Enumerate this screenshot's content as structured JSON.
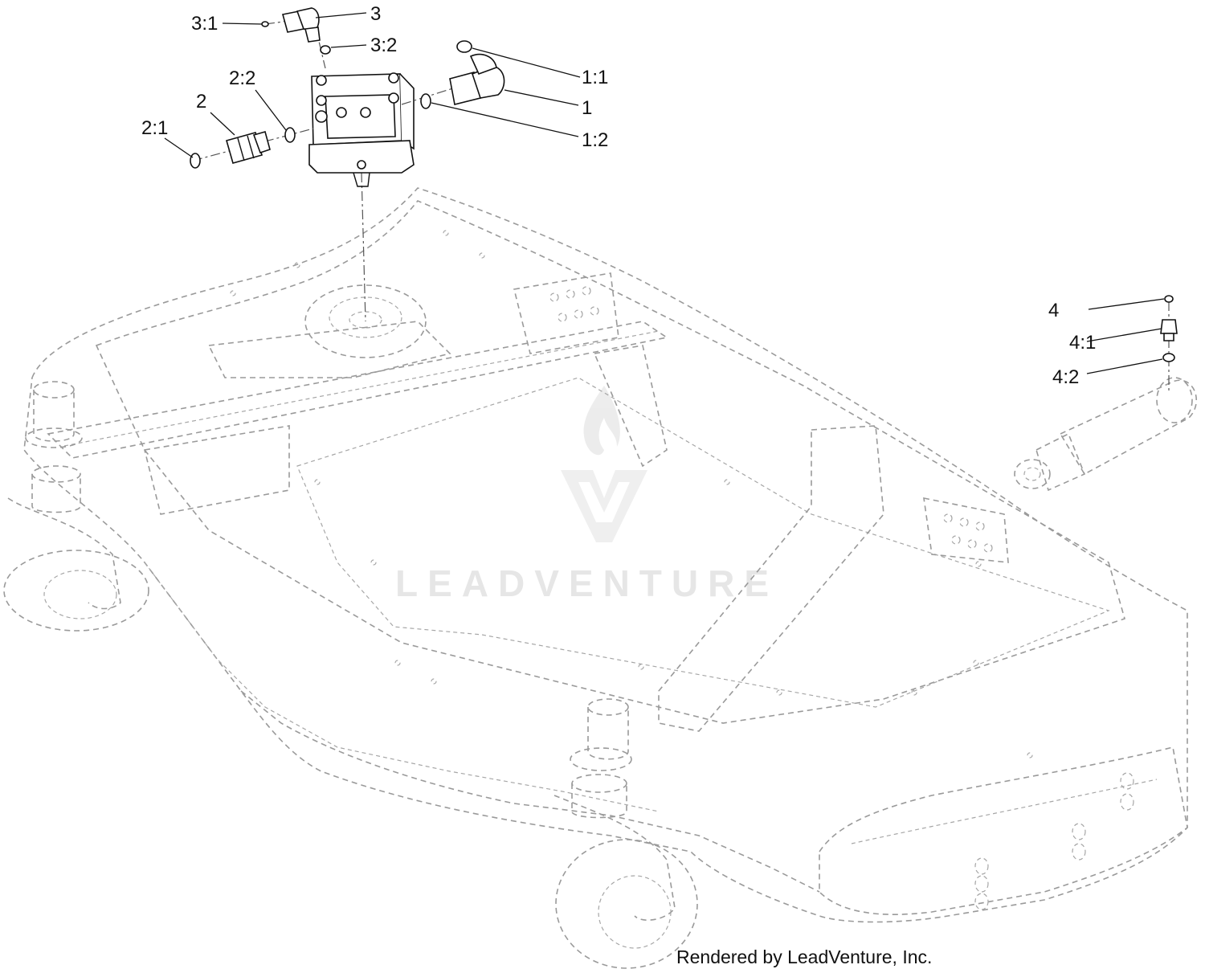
{
  "diagram": {
    "callouts": [
      {
        "id": "1",
        "label": "1"
      },
      {
        "id": "1:1",
        "label": "1:1"
      },
      {
        "id": "1:2",
        "label": "1:2"
      },
      {
        "id": "2",
        "label": "2"
      },
      {
        "id": "2:1",
        "label": "2:1"
      },
      {
        "id": "2:2",
        "label": "2:2"
      },
      {
        "id": "3",
        "label": "3"
      },
      {
        "id": "3:1",
        "label": "3:1"
      },
      {
        "id": "3:2",
        "label": "3:2"
      },
      {
        "id": "4",
        "label": "4"
      },
      {
        "id": "4:1",
        "label": "4:1"
      },
      {
        "id": "4:2",
        "label": "4:2"
      }
    ],
    "watermark": "LEADVENTURE",
    "credit": "Rendered by LeadVenture, Inc."
  }
}
